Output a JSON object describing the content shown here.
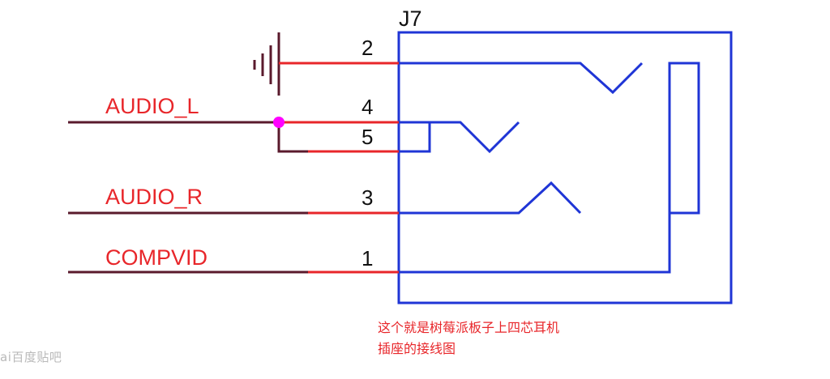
{
  "component": {
    "ref": "J7"
  },
  "nets": [
    {
      "name": "",
      "pin": "2"
    },
    {
      "name": "AUDIO_L",
      "pin": "4"
    },
    {
      "name": "",
      "pin": "5"
    },
    {
      "name": "AUDIO_R",
      "pin": "3"
    },
    {
      "name": "COMPVID",
      "pin": "1"
    }
  ],
  "caption": {
    "line1": "这个就是树莓派板子上四芯耳机",
    "line2": "插座的接线图"
  },
  "watermark": {
    "text": "ai百度贴吧"
  },
  "colors": {
    "wire": "#e8262a",
    "wire_dark": "#5a1a2c",
    "outline": "#1f35d6",
    "junction": "#ff00ff",
    "text": "#111111"
  },
  "icons": {
    "ground": "ground-symbol-icon",
    "junction": "junction-dot-icon"
  }
}
